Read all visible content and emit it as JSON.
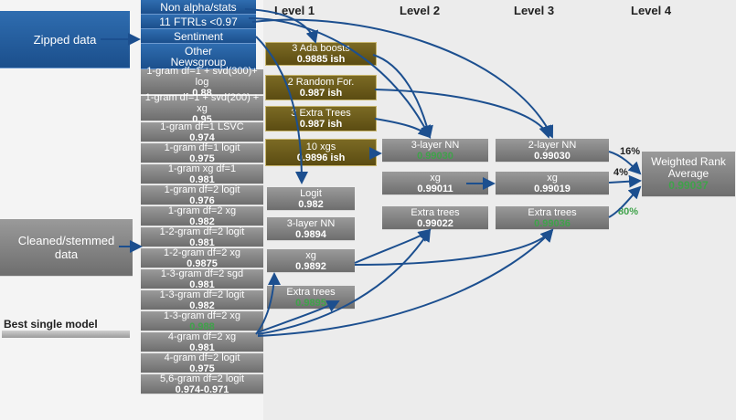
{
  "levels": [
    "Level 1",
    "Level 2",
    "Level 3",
    "Level 4"
  ],
  "inputs": {
    "zipped": "Zipped data",
    "cleaned": "Cleaned/stemmed data",
    "best": "Best single model"
  },
  "blue_boxes": [
    "Non alpha/stats",
    "11 FTRLs <0.97",
    "Sentiment",
    "Other Newsgroup"
  ],
  "level0": [
    {
      "label": "1-gram df=1 + svd(300)+ log",
      "score": "0.88"
    },
    {
      "label": "1-gram df=1 + svd(200) + xg",
      "score": "0.95"
    },
    {
      "label": "1-gram df=1 LSVC",
      "score": "0.974"
    },
    {
      "label": "1-gram df=1 logit",
      "score": "0.975"
    },
    {
      "label": "1-gram xg df=1",
      "score": "0.981"
    },
    {
      "label": "1-gram df=2 logit",
      "score": "0.976"
    },
    {
      "label": "1-gram df=2 xg",
      "score": "0.982"
    },
    {
      "label": "1-2-gram df=2 logit",
      "score": "0.981"
    },
    {
      "label": "1-2-gram df=2 xg",
      "score": "0.9875"
    },
    {
      "label": "1-3-gram df=2 sgd",
      "score": "0.981"
    },
    {
      "label": "1-3-gram df=2 logit",
      "score": "0.982"
    },
    {
      "label": "1-3-gram df=2 xg",
      "score": "0.988"
    },
    {
      "label": "4-gram df=2 xg",
      "score": "0.981"
    },
    {
      "label": "4-gram df=2 logit",
      "score": "0.975"
    },
    {
      "label": "5,6-gram df=2 logit",
      "score": "0.974-0.971"
    }
  ],
  "level1_gold": [
    {
      "label": "3 Ada boosts",
      "score": "0.9885 ish"
    },
    {
      "label": "2 Random For.",
      "score": "0.987 ish"
    },
    {
      "label": "3 Extra Trees",
      "score": "0.987 ish"
    },
    {
      "label": "10 xgs",
      "score": "0.9896 ish"
    }
  ],
  "level1_grey": [
    {
      "label": "Logit",
      "score": "0.982"
    },
    {
      "label": "3-layer NN",
      "score": "0.9894"
    },
    {
      "label": "xg",
      "score": "0.9892"
    },
    {
      "label": "Extra trees",
      "score": "0.9895"
    }
  ],
  "level2": [
    {
      "label": "3-layer NN",
      "score": "0.99030"
    },
    {
      "label": "xg",
      "score": "0.99011"
    },
    {
      "label": "Extra trees",
      "score": "0.99022"
    }
  ],
  "level3": [
    {
      "label": "2-layer NN",
      "score": "0.99030"
    },
    {
      "label": "xg",
      "score": "0.99019"
    },
    {
      "label": "Extra trees",
      "score": "0.99036"
    }
  ],
  "level4": {
    "label": "Weighted Rank Average",
    "score": "0.99037"
  },
  "weights": [
    "16%",
    "4%",
    "80%"
  ],
  "colors": {
    "blue": "#1b4f8c",
    "gold": "#5b4c12",
    "grey": "#7a7a7a",
    "green": "#3fa24a",
    "arrow": "#1c4f8f"
  }
}
